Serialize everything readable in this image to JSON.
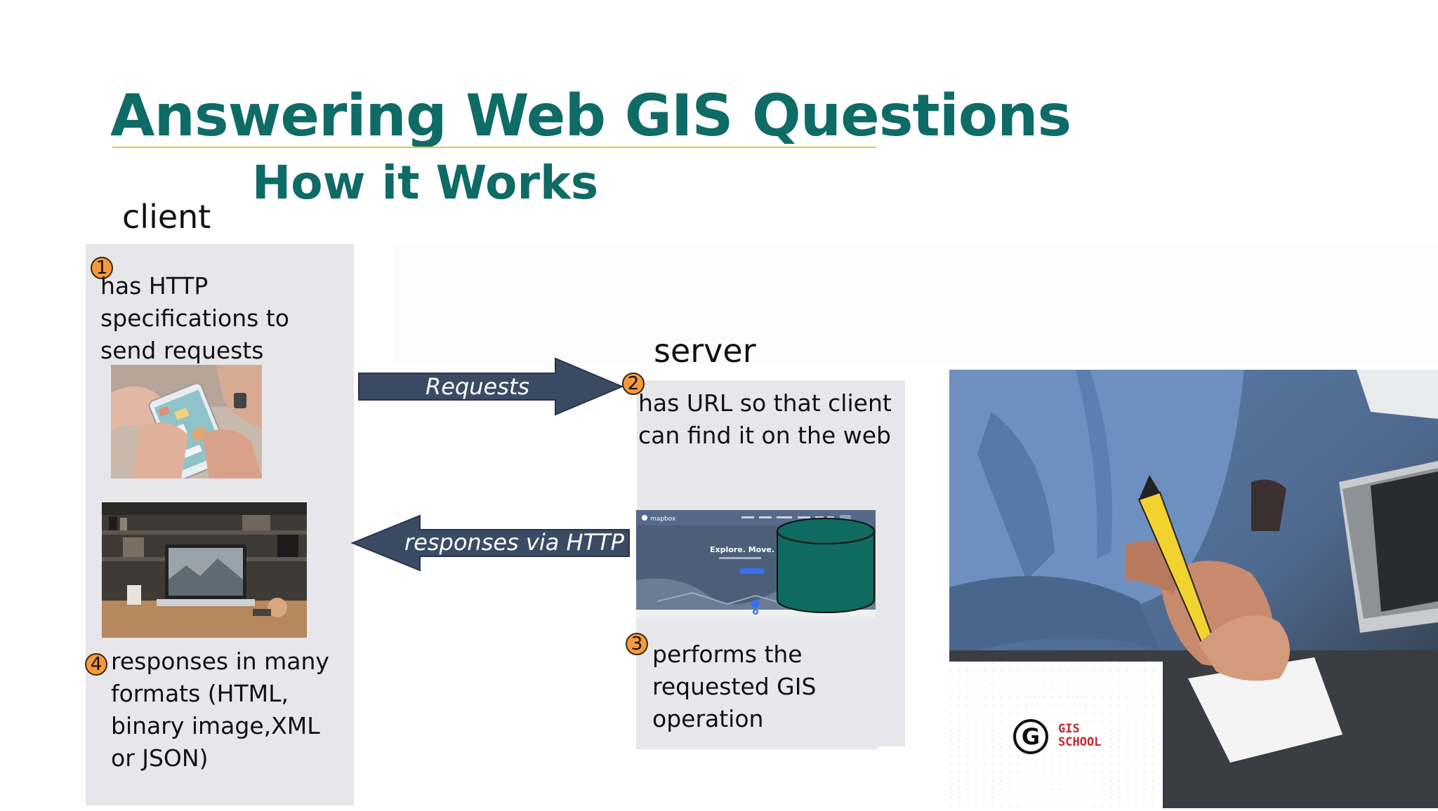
{
  "slide": {
    "title": "Answering Web GIS Questions",
    "subtitle": "How it Works"
  },
  "client": {
    "label": "client",
    "step1": {
      "number": "1",
      "text": "has HTTP specifications to send requests"
    },
    "step4": {
      "number": "4",
      "text": "responses in many formats (HTML, binary image,XML or JSON)"
    }
  },
  "server": {
    "label": "server",
    "step2": {
      "number": "2",
      "text": "has URL so that client can find it on the web"
    },
    "step3": {
      "number": "3",
      "text": "performs the requested GIS operation"
    }
  },
  "arrows": {
    "request_label": "Requests",
    "response_label": "responses via HTTP",
    "color": "#3a4b63"
  },
  "screenshot": {
    "brand": "mapbox",
    "heading": "Explore. Move. Co"
  },
  "logo": {
    "mark": "G",
    "line1": "GIS",
    "line2": "SCHOOL"
  },
  "colors": {
    "title": "#0e6b66",
    "panel": "#e7e6ea",
    "badge": "#f59a3c",
    "cylinder": "#0f6b60"
  }
}
